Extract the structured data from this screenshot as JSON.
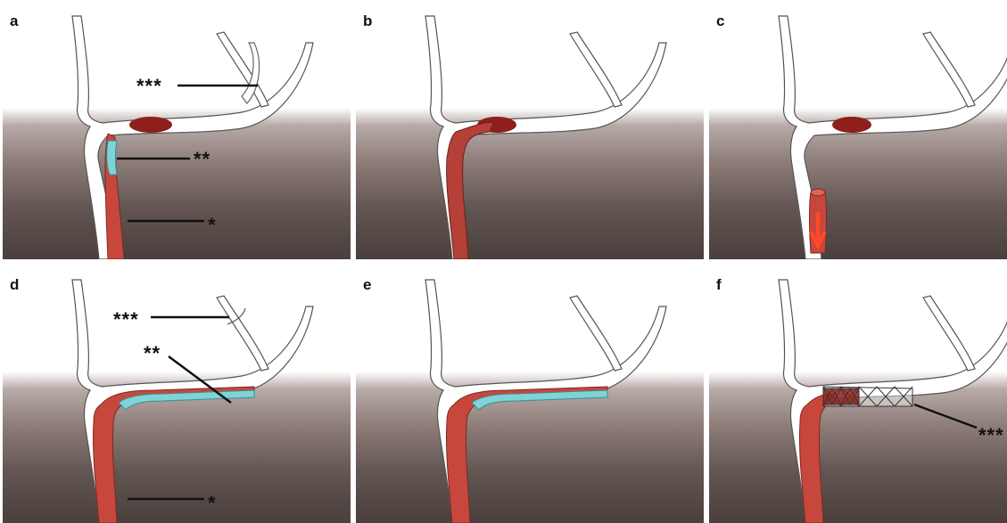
{
  "panels": {
    "a": {
      "label": "a",
      "ann_vessel": "***",
      "ann_inner": "**",
      "ann_guide": "*"
    },
    "b": {
      "label": "b"
    },
    "c": {
      "label": "c"
    },
    "d": {
      "label": "d",
      "ann_vessel": "***",
      "ann_inner": "**",
      "ann_guide": "*"
    },
    "e": {
      "label": "e"
    },
    "f": {
      "label": "f",
      "ann_stent": "***"
    }
  },
  "colors": {
    "clot": "#8e1f1a",
    "guide_catheter": "#c8473c",
    "inner_catheter": "#7fd3d6",
    "vessel_fill": "#ffffff",
    "tissue_dark": "#4a3f3c"
  }
}
